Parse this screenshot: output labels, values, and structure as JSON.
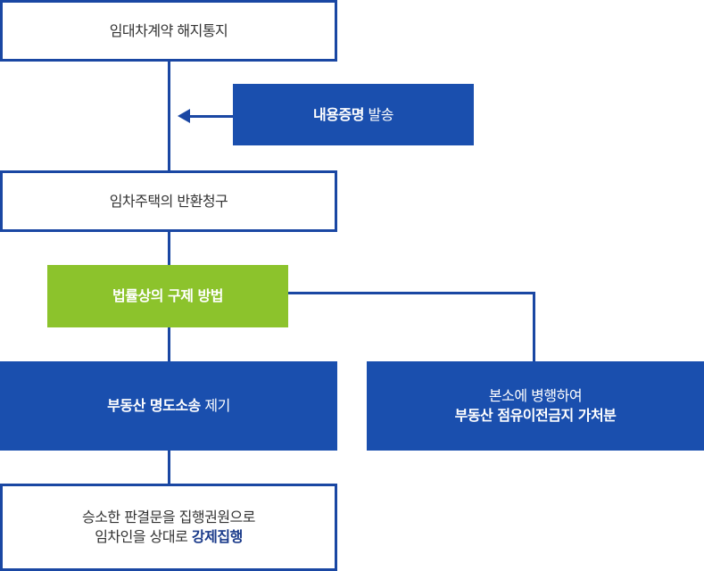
{
  "nodes": {
    "notice": {
      "text": "임대차계약 해지통지"
    },
    "certified_mail": {
      "bold": "내용증명",
      "rest": " 발송"
    },
    "return_claim": {
      "text": "임차주택의 반환청구"
    },
    "legal_remedy": {
      "text": "법률상의 구제 방법"
    },
    "lawsuit": {
      "bold": "부동산 명도소송",
      "rest": " 제기"
    },
    "injunction": {
      "line1": "본소에 병행하여",
      "line2": "부동산 점유이전금지 가처분"
    },
    "enforcement": {
      "line1": "승소한 판결문을 집행권원으로",
      "line2_plain": "임차인을 상대로 ",
      "line2_bold": "강제집행"
    }
  },
  "colors": {
    "primary_blue": "#1a4fae",
    "outline_blue": "#1a47a3",
    "green": "#8cc32c",
    "text_dark": "#333333"
  }
}
